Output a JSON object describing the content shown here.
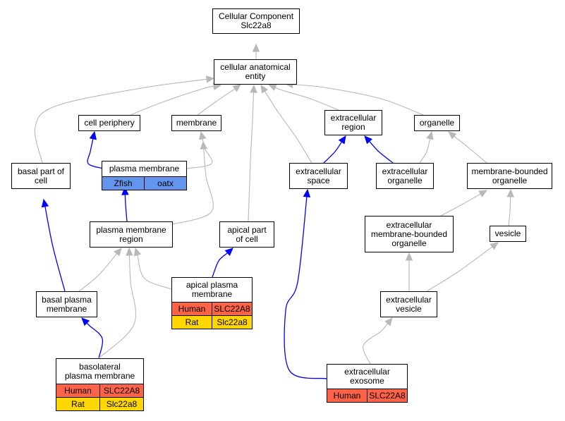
{
  "nodes": [
    {
      "id": "cc",
      "lines": [
        "Cellular Component",
        "Slc22a8"
      ]
    },
    {
      "id": "cae",
      "lines": [
        "cellular anatomical",
        "entity"
      ]
    },
    {
      "id": "cellper",
      "lines": [
        "cell periphery"
      ]
    },
    {
      "id": "membrane",
      "lines": [
        "membrane"
      ]
    },
    {
      "id": "extreg",
      "lines": [
        "extracellular",
        "region"
      ]
    },
    {
      "id": "organelle",
      "lines": [
        "organelle"
      ]
    },
    {
      "id": "basalpart",
      "lines": [
        "basal part of",
        "cell"
      ]
    },
    {
      "id": "pm",
      "lines": [
        "plasma membrane"
      ],
      "annotations": [
        {
          "species": "Zfish",
          "gene": "oatx",
          "color": "#6495ed"
        }
      ]
    },
    {
      "id": "extspace",
      "lines": [
        "extracellular",
        "space"
      ]
    },
    {
      "id": "extorg",
      "lines": [
        "extracellular",
        "organelle"
      ]
    },
    {
      "id": "mbo",
      "lines": [
        "membrane-bounded",
        "organelle"
      ]
    },
    {
      "id": "pmr",
      "lines": [
        "plasma membrane",
        "region"
      ]
    },
    {
      "id": "apicalpart",
      "lines": [
        "apical part",
        "of cell"
      ]
    },
    {
      "id": "embo",
      "lines": [
        "extracellular",
        "membrane-bounded",
        "organelle"
      ]
    },
    {
      "id": "vesicle",
      "lines": [
        "vesicle"
      ]
    },
    {
      "id": "bpm",
      "lines": [
        "basal plasma",
        "membrane"
      ]
    },
    {
      "id": "apm",
      "lines": [
        "apical plasma",
        "membrane"
      ],
      "annotations": [
        {
          "species": "Human",
          "gene": "SLC22A8",
          "color": "#ff6347"
        },
        {
          "species": "Rat",
          "gene": "Slc22a8",
          "color": "#ffd700"
        }
      ]
    },
    {
      "id": "extves",
      "lines": [
        "extracellular",
        "vesicle"
      ]
    },
    {
      "id": "blpm",
      "lines": [
        "basolateral",
        "plasma membrane"
      ],
      "annotations": [
        {
          "species": "Human",
          "gene": "SLC22A8",
          "color": "#ff6347"
        },
        {
          "species": "Rat",
          "gene": "Slc22a8",
          "color": "#ffd700"
        }
      ]
    },
    {
      "id": "exo",
      "lines": [
        "extracellular",
        "exosome"
      ],
      "annotations": [
        {
          "species": "Human",
          "gene": "SLC22A8",
          "color": "#ff6347"
        }
      ]
    }
  ],
  "edges": [
    {
      "from": "cae",
      "to": "cc",
      "kind": "is_a"
    },
    {
      "from": "cellper",
      "to": "cae",
      "kind": "is_a"
    },
    {
      "from": "membrane",
      "to": "cae",
      "kind": "is_a"
    },
    {
      "from": "extreg",
      "to": "cae",
      "kind": "is_a"
    },
    {
      "from": "organelle",
      "to": "cae",
      "kind": "is_a"
    },
    {
      "from": "basalpart",
      "to": "cae",
      "kind": "is_a"
    },
    {
      "from": "apicalpart",
      "to": "cae",
      "kind": "is_a"
    },
    {
      "from": "extspace",
      "to": "cae",
      "kind": "is_a"
    },
    {
      "from": "pm",
      "to": "cellper",
      "kind": "part_of"
    },
    {
      "from": "pm",
      "to": "membrane",
      "kind": "is_a"
    },
    {
      "from": "pmr",
      "to": "membrane",
      "kind": "is_a"
    },
    {
      "from": "pmr",
      "to": "pm",
      "kind": "part_of"
    },
    {
      "from": "extspace",
      "to": "extreg",
      "kind": "part_of"
    },
    {
      "from": "extorg",
      "to": "extreg",
      "kind": "part_of"
    },
    {
      "from": "extorg",
      "to": "organelle",
      "kind": "is_a"
    },
    {
      "from": "mbo",
      "to": "organelle",
      "kind": "is_a"
    },
    {
      "from": "embo",
      "to": "mbo",
      "kind": "is_a"
    },
    {
      "from": "vesicle",
      "to": "mbo",
      "kind": "is_a"
    },
    {
      "from": "extves",
      "to": "embo",
      "kind": "is_a"
    },
    {
      "from": "extves",
      "to": "vesicle",
      "kind": "is_a"
    },
    {
      "from": "bpm",
      "to": "basalpart",
      "kind": "part_of"
    },
    {
      "from": "bpm",
      "to": "pmr",
      "kind": "is_a"
    },
    {
      "from": "apm",
      "to": "pmr",
      "kind": "is_a"
    },
    {
      "from": "apm",
      "to": "apicalpart",
      "kind": "part_of"
    },
    {
      "from": "blpm",
      "to": "bpm",
      "kind": "part_of"
    },
    {
      "from": "blpm",
      "to": "pmr",
      "kind": "is_a"
    },
    {
      "from": "exo",
      "to": "extves",
      "kind": "is_a"
    },
    {
      "from": "exo",
      "to": "extspace",
      "kind": "part_of"
    }
  ],
  "colors": {
    "is_a": "#b8b8b8",
    "part_of": "#0000ff"
  }
}
